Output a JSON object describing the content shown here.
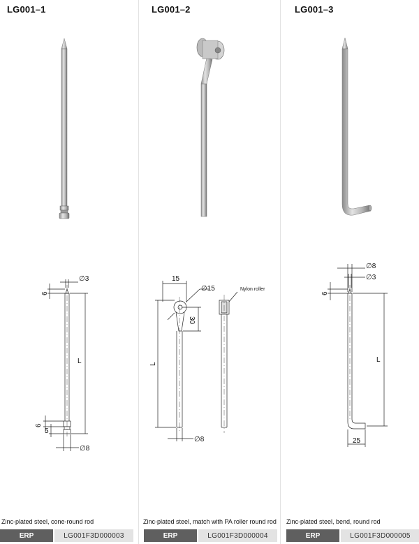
{
  "products": [
    {
      "code": "LG001–1",
      "description": "Zinc-plated steel, cone-round rod",
      "erp_label": "ERP",
      "erp_value": "LG001F3D000003",
      "dimensions": {
        "diameter_tip": "∅3",
        "diameter_base": "∅8",
        "tip_length": "6",
        "length": "L",
        "base_length_1": "6",
        "base_length_2": "5"
      }
    },
    {
      "code": "LG001–2",
      "description": "Zinc-plated steel, match with PA roller round rod",
      "erp_label": "ERP",
      "erp_value": "LG001F3D000004",
      "dimensions": {
        "width": "15",
        "roller_diameter": "∅15",
        "height": "30",
        "length": "L",
        "diameter_rod": "∅8",
        "roller_label": "Nylon roller"
      }
    },
    {
      "code": "LG001–3",
      "description": "Zinc-plated steel, bend, round rod",
      "erp_label": "ERP",
      "erp_value": "LG001F3D000005",
      "dimensions": {
        "diameter_rod": "∅8",
        "diameter_tip": "∅3",
        "tip_length": "6",
        "length": "L",
        "bend_width": "25"
      }
    }
  ]
}
